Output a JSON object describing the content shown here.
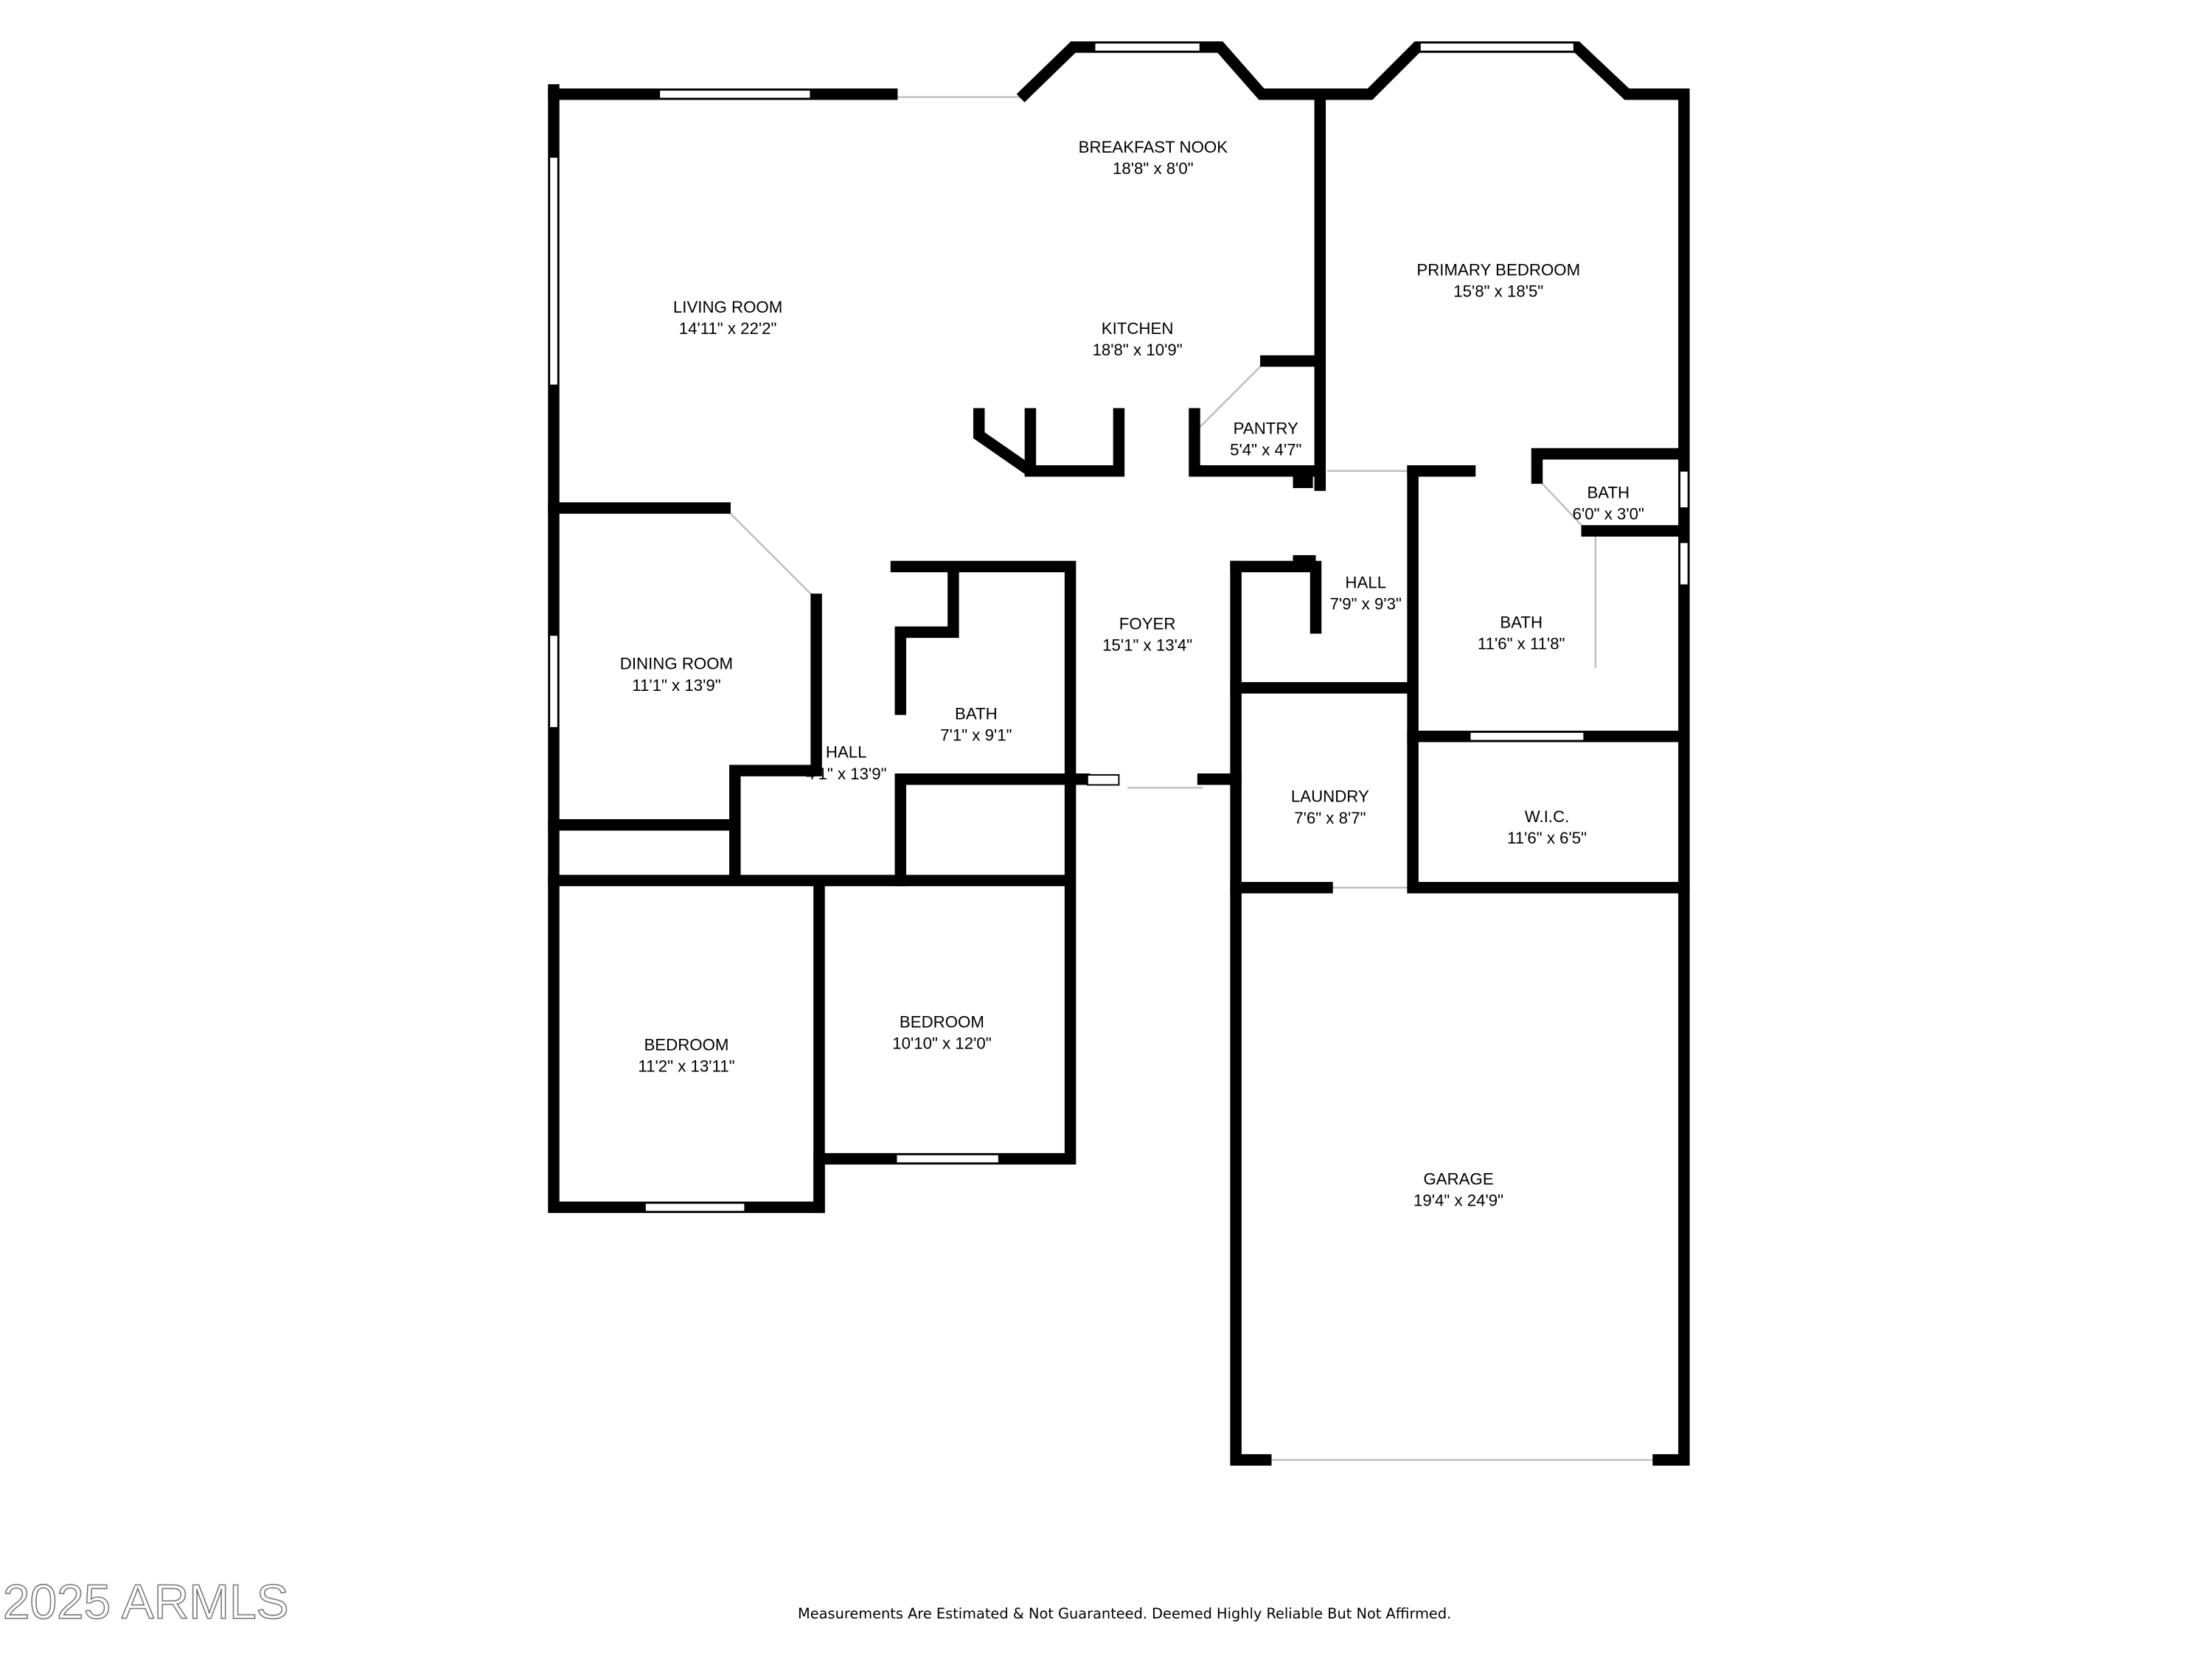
{
  "rooms": [
    {
      "name": "BREAKFAST NOOK",
      "size": "18'8\" x 8'0\""
    },
    {
      "name": "LIVING ROOM",
      "size": "14'11\" x 22'2\""
    },
    {
      "name": "KITCHEN",
      "size": "18'8\" x 10'9\""
    },
    {
      "name": "PRIMARY BEDROOM",
      "size": "15'8\" x 18'5\""
    },
    {
      "name": "PANTRY",
      "size": "5'4\" x 4'7\""
    },
    {
      "name": "BATH",
      "size": "6'0\" x 3'0\""
    },
    {
      "name": "HALL",
      "size": "7'9\" x 9'3\""
    },
    {
      "name": "FOYER",
      "size": "15'1\" x 13'4\""
    },
    {
      "name": "BATH",
      "size": "11'6\" x 11'8\""
    },
    {
      "name": "DINING ROOM",
      "size": "11'1\" x 13'9\""
    },
    {
      "name": "BATH",
      "size": "7'1\" x 9'1\""
    },
    {
      "name": "HALL",
      "size": "4'1\" x 13'9\""
    },
    {
      "name": "LAUNDRY",
      "size": "7'6\" x 8'7\""
    },
    {
      "name": "W.I.C.",
      "size": "11'6\" x 6'5\""
    },
    {
      "name": "BEDROOM",
      "size": "11'2\" x 13'11\""
    },
    {
      "name": "BEDROOM",
      "size": "10'10\" x 12'0\""
    },
    {
      "name": "GARAGE",
      "size": "19'4\" x 24'9\""
    }
  ],
  "watermark": "2025 ARMLS",
  "disclaimer": "Measurements Are Estimated & Not Guaranteed. Deemed Highly Reliable But Not Affirmed."
}
